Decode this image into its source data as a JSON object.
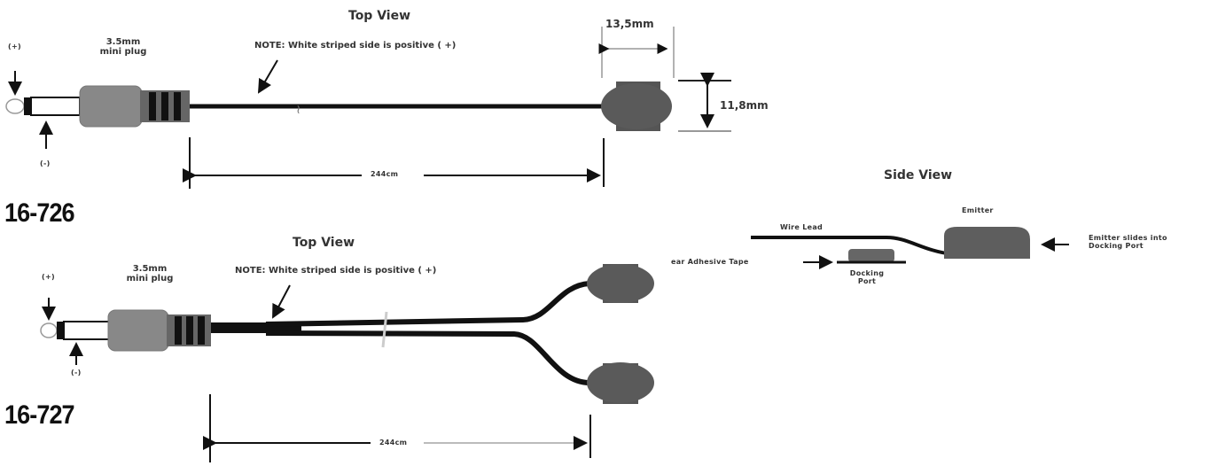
{
  "diagram_a": {
    "model": "16-726",
    "view_title": "Top View",
    "plug_label_line1": "3.5mm",
    "plug_label_line2": "mini plug",
    "positive_label": "(+)",
    "negative_label": "(-)",
    "note": "NOTE:  White striped  side is positive (  +)",
    "length": "244cm",
    "width_dim": "13,5mm",
    "height_dim": "11,8mm"
  },
  "diagram_b": {
    "model": "16-727",
    "view_title": "Top View",
    "plug_label_line1": "3.5mm",
    "plug_label_line2": "mini plug",
    "positive_label": "(+)",
    "negative_label": "(-)",
    "note": "NOTE:  White striped  side is positive (  +)",
    "length": "244cm"
  },
  "side_view": {
    "title": "Side View",
    "emitter_label": "Emitter",
    "wire_lead_label": "Wire Lead",
    "adhesive_label": "ear Adhesive Tape",
    "docking_port_line1": "Docking",
    "docking_port_line2": "Port",
    "slides_line1": "Emitter slides into",
    "slides_line2": "Docking Port"
  },
  "colors": {
    "body_gray": "#888888",
    "emitter_gray": "#5a5a5a",
    "cable_black": "#111111",
    "text": "#222222"
  }
}
